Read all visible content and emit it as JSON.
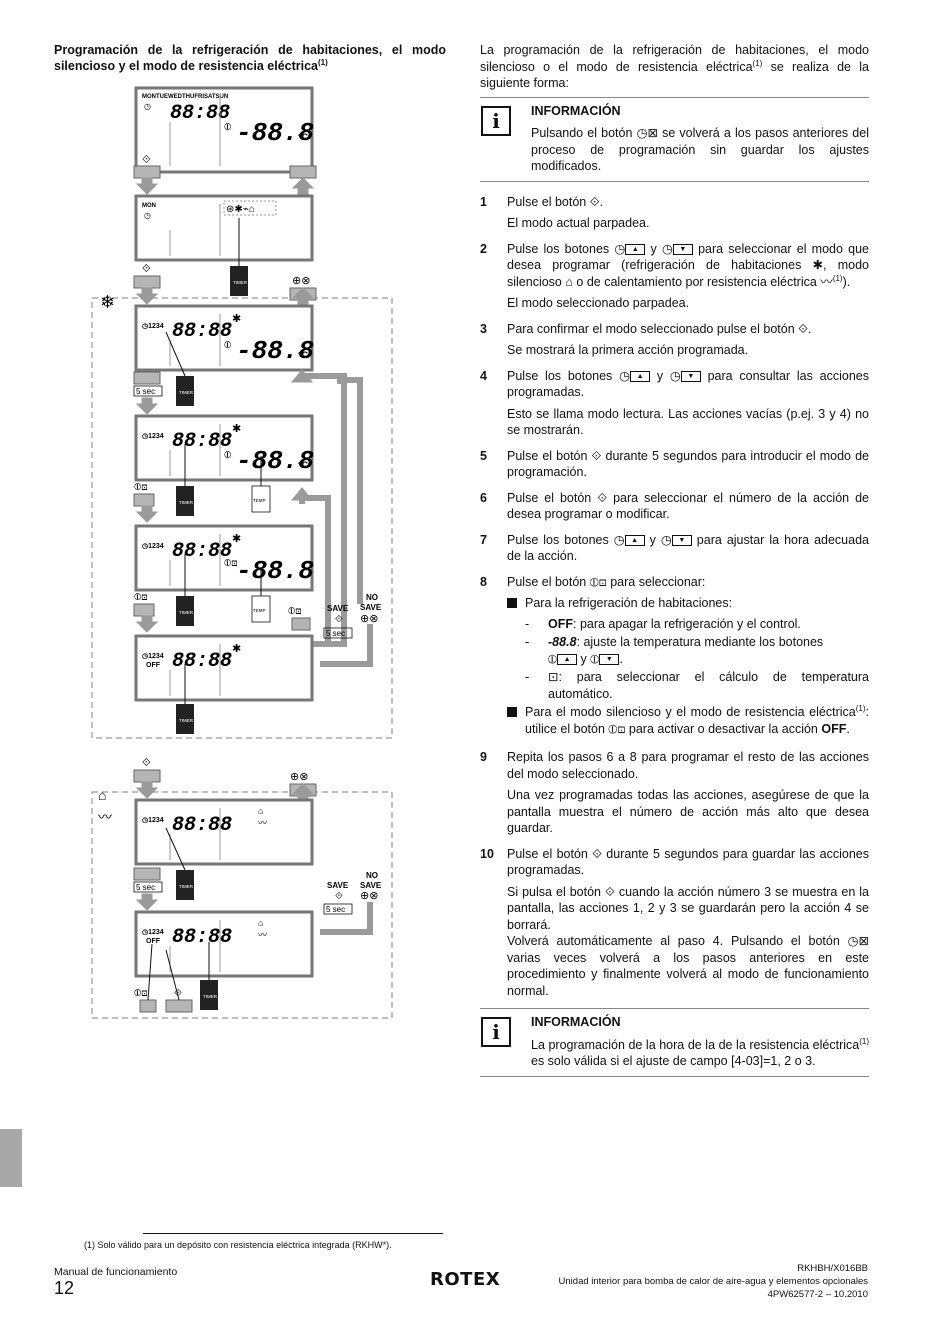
{
  "left_heading": {
    "text": "Programación de la refrigeración de habitaciones, el modo silencioso y el modo de resistencia eléctrica",
    "sup": "(1)"
  },
  "diagram": {
    "days": "MONTUEWEDTHUFRISATSUN",
    "day_mon": "MON",
    "time": "88:88",
    "temp": "-88.8",
    "temp_unit": "°C",
    "action_nums": "1234",
    "off": "OFF",
    "five_sec": "5 sec",
    "save": "SAVE",
    "no_save_1": "NO",
    "no_save_2": "SAVE",
    "timer": "TIMER",
    "temp_label": "TEMP"
  },
  "intro": {
    "text_a": "La programación de la refrigeración de habitaciones, el modo silencioso o el modo de resistencia eléctrica",
    "sup": "(1)",
    "text_b": " se realiza de la siguiente forma:"
  },
  "info1": {
    "title": "INFORMACIÓN",
    "text_a": "Pulsando el botón ",
    "text_b": " se volverá a los pasos anteriores del proceso de programación sin guardar los ajustes modificados."
  },
  "steps": {
    "s1": {
      "num": "1",
      "a": "Pulse el botón ",
      "b": ".",
      "p2": "El modo actual parpadea."
    },
    "s2": {
      "num": "2",
      "a": "Pulse los botones ",
      "y": " y ",
      "b": " para seleccionar el modo que desea programar (refrigeración de habitaciones ",
      "c": ", modo silencioso ",
      "d": " o de calentamiento por resistencia eléctrica ",
      "sup": "(1)",
      "e": ").",
      "p2": "El modo seleccionado parpadea."
    },
    "s3": {
      "num": "3",
      "a": "Para confirmar el modo seleccionado pulse el botón ",
      "b": ".",
      "p2": "Se mostrará la primera acción programada."
    },
    "s4": {
      "num": "4",
      "a": "Pulse los botones ",
      "y": " y ",
      "b": " para consultar las acciones programadas.",
      "p2": "Esto se llama modo lectura. Las acciones vacías (p.ej. 3 y 4) no se mostrarán."
    },
    "s5": {
      "num": "5",
      "a": "Pulse el botón ",
      "b": " durante 5 segundos para introducir el modo de programación."
    },
    "s6": {
      "num": "6",
      "a": "Pulse el botón ",
      "b": " para seleccionar el número de la acción de desea programar o modificar."
    },
    "s7": {
      "num": "7",
      "a": "Pulse los botones ",
      "y": " y ",
      "b": " para ajustar la hora adecuada de la acción."
    },
    "s8": {
      "num": "8",
      "a": "Pulse el botón ",
      "b": " para seleccionar:",
      "bullet1": "Para la refrigeración de habitaciones:",
      "d1_bold": "OFF",
      "d1": ": para apagar la refrigeración y el control.",
      "d2_seg": "-88.8",
      "d2": ": ajuste la temperatura mediante los botones",
      "d2_y": " y ",
      "d2_end": ".",
      "d3": ": para seleccionar el cálculo de temperatura automático.",
      "bullet2_a": "Para el modo silencioso y el modo de resistencia eléctrica",
      "bullet2_sup": "(1)",
      "bullet2_b": ": utilice el botón ",
      "bullet2_c": " para activar o desactivar la acción ",
      "bullet2_bold": "OFF",
      "bullet2_d": "."
    },
    "s9": {
      "num": "9",
      "a": "Repita los pasos 6 a 8 para programar el resto de las acciones del modo seleccionado.",
      "p2": "Una vez programadas todas las acciones, asegúrese de que la pantalla muestra el número de acción más alto que desea guardar."
    },
    "s10": {
      "num": "10",
      "a": "Pulse el botón ",
      "b": " durante 5 segundos para guardar las acciones programadas.",
      "p2a": "Si pulsa el botón ",
      "p2b": " cuando la acción número 3 se muestra en la pantalla, las acciones 1, 2 y 3 se guardarán pero la acción 4 se borrará.",
      "p3a": "Volverá automáticamente al paso 4. Pulsando el botón ",
      "p3b": " varias veces volverá a los pasos anteriores en este procedimiento y finalmente volverá al modo de funcionamiento normal."
    }
  },
  "info2": {
    "title": "INFORMACIÓN",
    "text_a": "La programación de la hora de la de la resistencia eléctrica",
    "sup": "(1)",
    "text_b": " es solo válida si el ajuste de campo [4-03]=1, 2 o 3."
  },
  "footnote": "(1)   Solo válido para un depósito con resistencia eléctrica integrada (RKHW*).",
  "footer": {
    "manual": "Manual de funcionamiento",
    "page": "12",
    "brand": "ROTEX",
    "model": "RKHBH/X016BB",
    "desc": "Unidad interior para bomba de calor de aire-agua y elementos opcionales",
    "doc": "4PW62577-2 – 10.2010"
  }
}
